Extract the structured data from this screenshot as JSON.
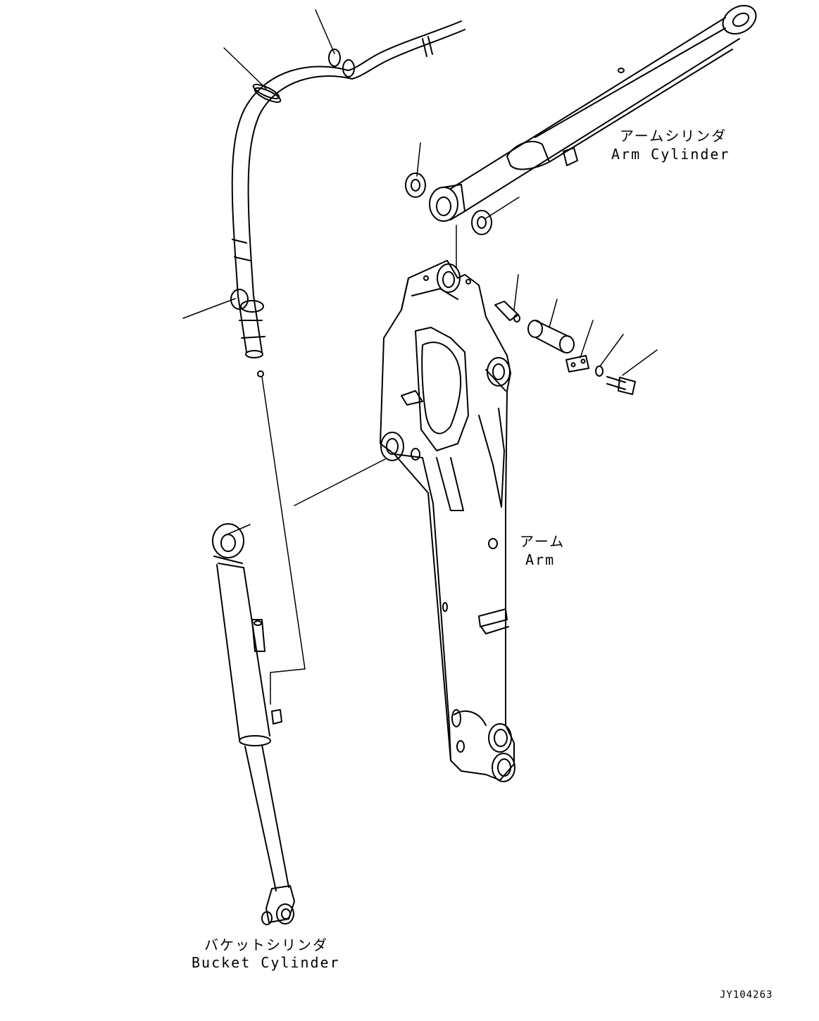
{
  "labels": {
    "arm_cylinder_jp": "アームシリンダ",
    "arm_cylinder_en": "Arm Cylinder",
    "arm_jp": "アーム",
    "arm_en": "Arm",
    "bucket_cylinder_jp": "バケットシリンダ",
    "bucket_cylinder_en": "Bucket Cylinder",
    "drawing_code": "JY104263"
  }
}
